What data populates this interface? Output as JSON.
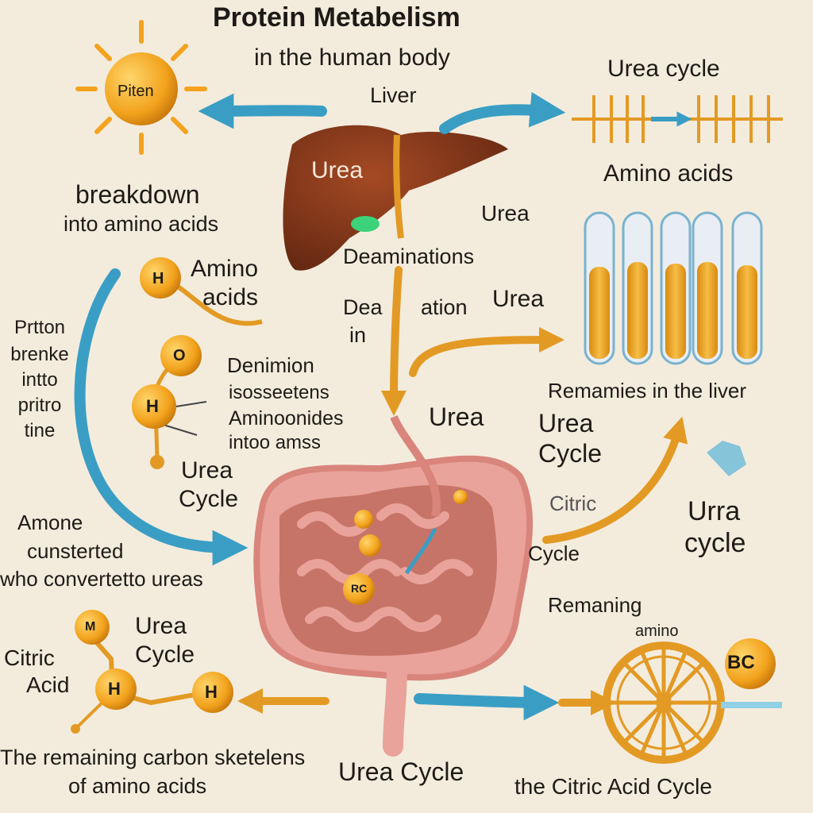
{
  "header": {
    "title": "Protein Metabelism",
    "subtitle": "in the human body"
  },
  "labels": {
    "sun": "Piten",
    "liver": "Liver",
    "liver_urea": "Urea",
    "urea_cycle_top": "Urea cycle",
    "amino_acids_top": "Amino acids",
    "breakdown_1": "breakdown",
    "breakdown_2": "into amino acids",
    "urea_mid": "Urea",
    "deaminations": "Deaminations",
    "amino_acids_left_1": "Amino",
    "amino_acids_left_2": "acids",
    "dea_1": "Dea",
    "dea_2": "ation",
    "dea_3": "in",
    "urea_right": "Urea",
    "left_block_1": "Prtton",
    "left_block_2": "brenke",
    "left_block_3": "intto",
    "left_block_4": "pritro",
    "left_block_5": "tine",
    "denimion_1": "Denimion",
    "denimion_2": "isosseetens",
    "denimion_3": "Aminoonides",
    "denimion_4": "intoo amss",
    "remaining_liver": "Remamies in the liver",
    "urea_stomach": "Urea",
    "urea_cycle_right_1": "Urea",
    "urea_cycle_right_2": "Cycle",
    "urea_cycle_left_1": "Urea",
    "urea_cycle_left_2": "Cycle",
    "citric_right": "Citric",
    "urra_cycle_1": "Urra",
    "urra_cycle_2": "cycle",
    "cycle_right": "Cycle",
    "amone_1": "Amone",
    "amone_2": "cunsterted",
    "amone_3": "who convertetto ureas",
    "remaining_amino_1": "Remaning",
    "remaining_amino_2": "amino",
    "citric_acid_1": "Citric",
    "citric_acid_2": "Acid",
    "urea_cycle_bl_1": "Urea",
    "urea_cycle_bl_2": "Cycle",
    "carbon_1": "The remaining carbon sketelens",
    "carbon_2": "of amino acids",
    "urea_cycle_bottom": "Urea Cycle",
    "citric_cycle_bottom": "the Citric Acid Cycle",
    "bc_tag": "BC"
  },
  "molecules": {
    "h": "H",
    "o": "O",
    "m": "M",
    "intestine_rc": "RC"
  },
  "colors": {
    "background": "#f3ecdd",
    "sun": "#f4a21f",
    "liver": "#7c3418",
    "intestine": "#e9a39a",
    "teal_arrow": "#3a9ec4",
    "orange_arrow": "#e39a24",
    "tube_liquid": "#e9a323"
  }
}
